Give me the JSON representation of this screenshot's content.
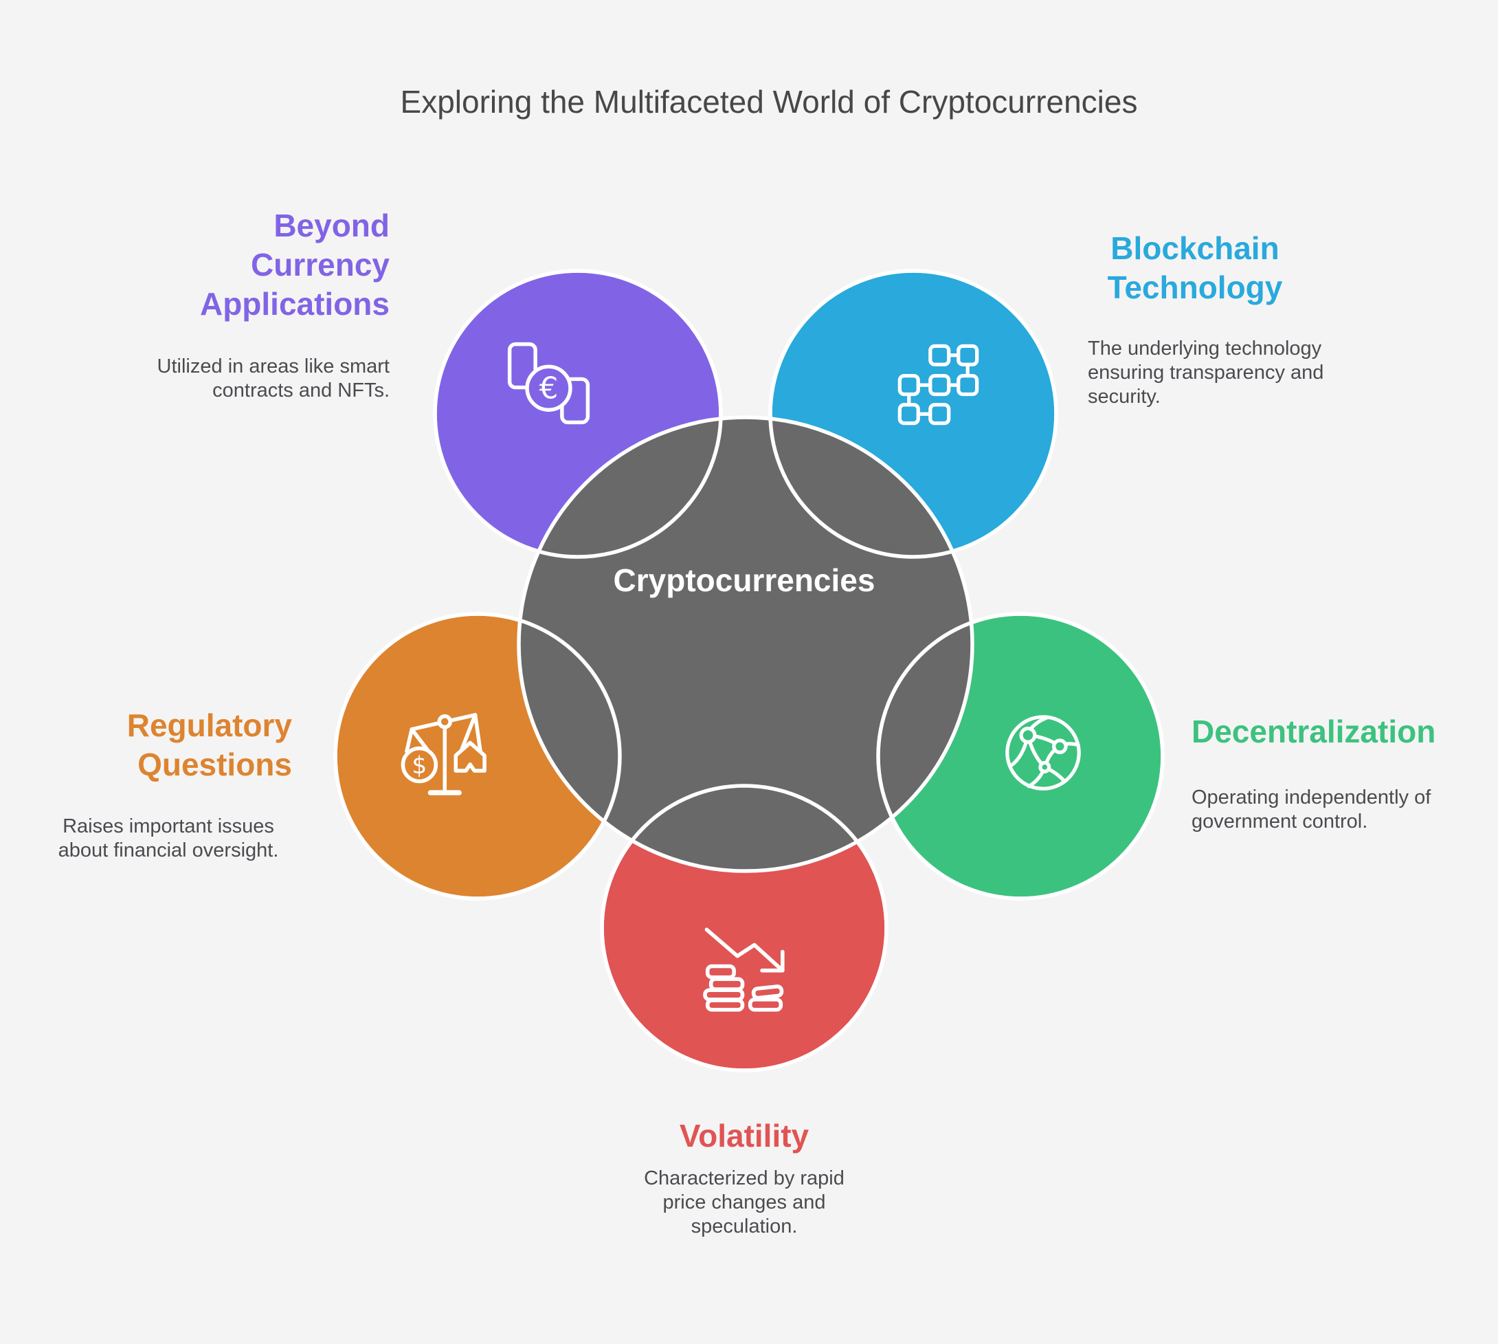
{
  "title": "Exploring the Multifaceted World of Cryptocurrencies",
  "center": {
    "label": "Cryptocurrencies"
  },
  "colors": {
    "background": "#F5F4F4",
    "center_circle": "#6A696A",
    "title_text": "#474747",
    "body_text": "#4B4A4F",
    "purple": "#8164E5",
    "blue": "#29A9DC",
    "orange": "#DD8430",
    "green": "#3CC27F",
    "red": "#E05454"
  },
  "sections": {
    "purple": {
      "heading_lines": [
        "Beyond",
        "Currency",
        "Applications"
      ],
      "desc_lines": [
        "Utilized in areas like smart",
        "contracts and NFTs."
      ],
      "icon": "currency-exchange-icon"
    },
    "blue": {
      "heading_lines": [
        "Blockchain",
        "Technology"
      ],
      "desc_lines": [
        "The underlying technology",
        "ensuring transparency and",
        "security."
      ],
      "icon": "blockchain-nodes-icon"
    },
    "green": {
      "heading_lines": [
        "Decentralization"
      ],
      "desc_lines": [
        "Operating independently of",
        "government control."
      ],
      "icon": "globe-network-icon"
    },
    "red": {
      "heading_lines": [
        "Volatility"
      ],
      "desc_lines": [
        "Characterized by rapid",
        "price changes and",
        "speculation."
      ],
      "icon": "declining-coins-icon"
    },
    "orange": {
      "heading_lines": [
        "Regulatory",
        "Questions"
      ],
      "desc_lines": [
        "Raises important issues",
        "about financial oversight."
      ],
      "icon": "balance-scale-icon"
    }
  }
}
